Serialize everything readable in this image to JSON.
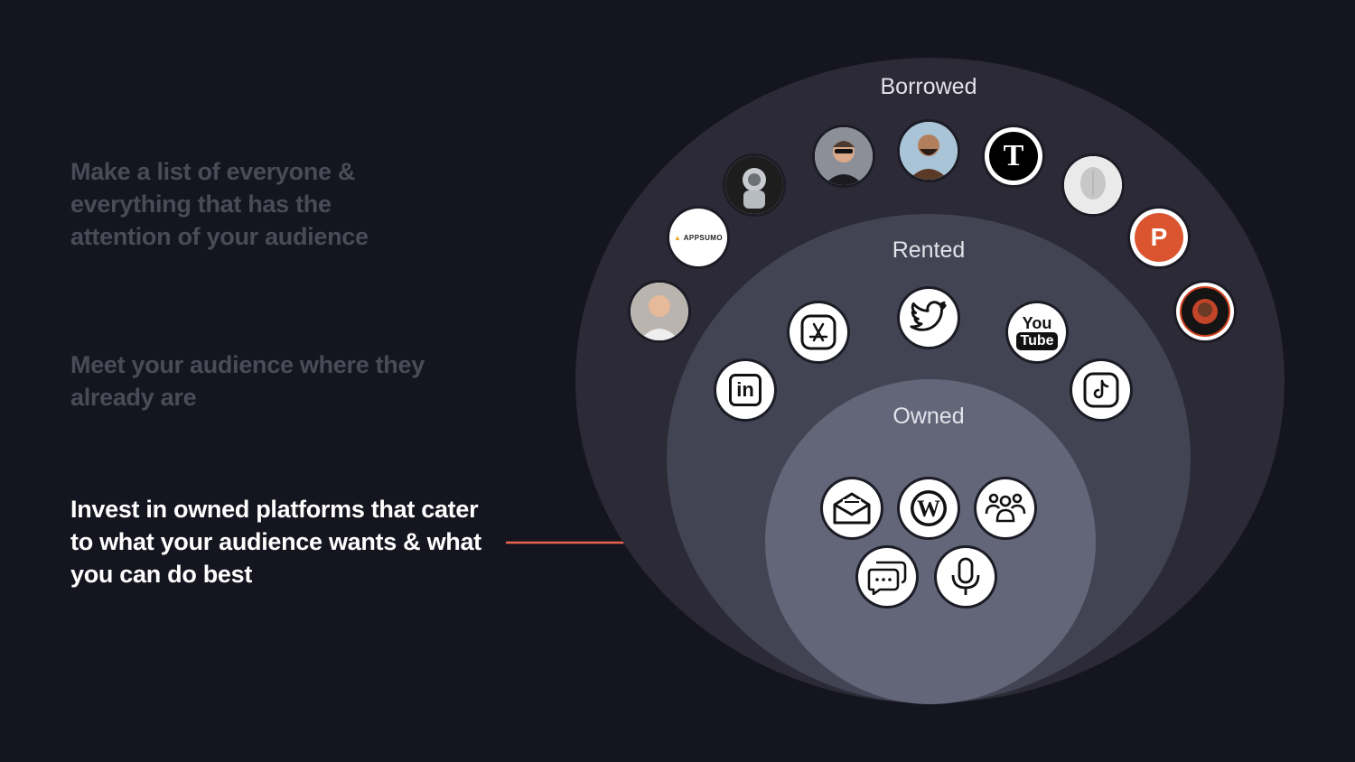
{
  "statements": [
    {
      "text": "Make a list of everyone & everything that has the attention of your audience",
      "state": "dim"
    },
    {
      "text": "Meet your audience where they already are",
      "state": "dim"
    },
    {
      "text": "Invest in owned platforms that cater to what your audience wants & what you can do best",
      "state": "active"
    }
  ],
  "rings": {
    "borrowed": "Borrowed",
    "rented": "Rented",
    "owned": "Owned"
  },
  "borrowed_nodes": [
    {
      "icon": "person-avatar-icon"
    },
    {
      "icon": "appsumo-logo",
      "text": "APPSUMO"
    },
    {
      "icon": "astronaut-avatar-icon"
    },
    {
      "icon": "person-sunglasses-avatar-icon"
    },
    {
      "icon": "person-beard-avatar-icon"
    },
    {
      "icon": "nytimes-logo",
      "text": "T"
    },
    {
      "icon": "statue-avatar-icon"
    },
    {
      "icon": "producthunt-logo",
      "text": "P"
    },
    {
      "icon": "joe-rogan-experience-logo"
    }
  ],
  "rented_nodes": [
    {
      "icon": "linkedin-icon",
      "text": "in"
    },
    {
      "icon": "app-store-icon"
    },
    {
      "icon": "twitter-icon"
    },
    {
      "icon": "youtube-logo",
      "text_top": "You",
      "text_bottom": "Tube"
    },
    {
      "icon": "tiktok-icon"
    }
  ],
  "owned_nodes": [
    {
      "icon": "email-icon"
    },
    {
      "icon": "wordpress-icon"
    },
    {
      "icon": "community-icon"
    },
    {
      "icon": "chat-icon"
    },
    {
      "icon": "microphone-icon"
    }
  ],
  "colors": {
    "background": "#14151f",
    "borrowed": "#2b2a36",
    "rented": "#434453",
    "owned": "#636679",
    "arrow": "#e9634d",
    "producthunt": "#da552f"
  }
}
